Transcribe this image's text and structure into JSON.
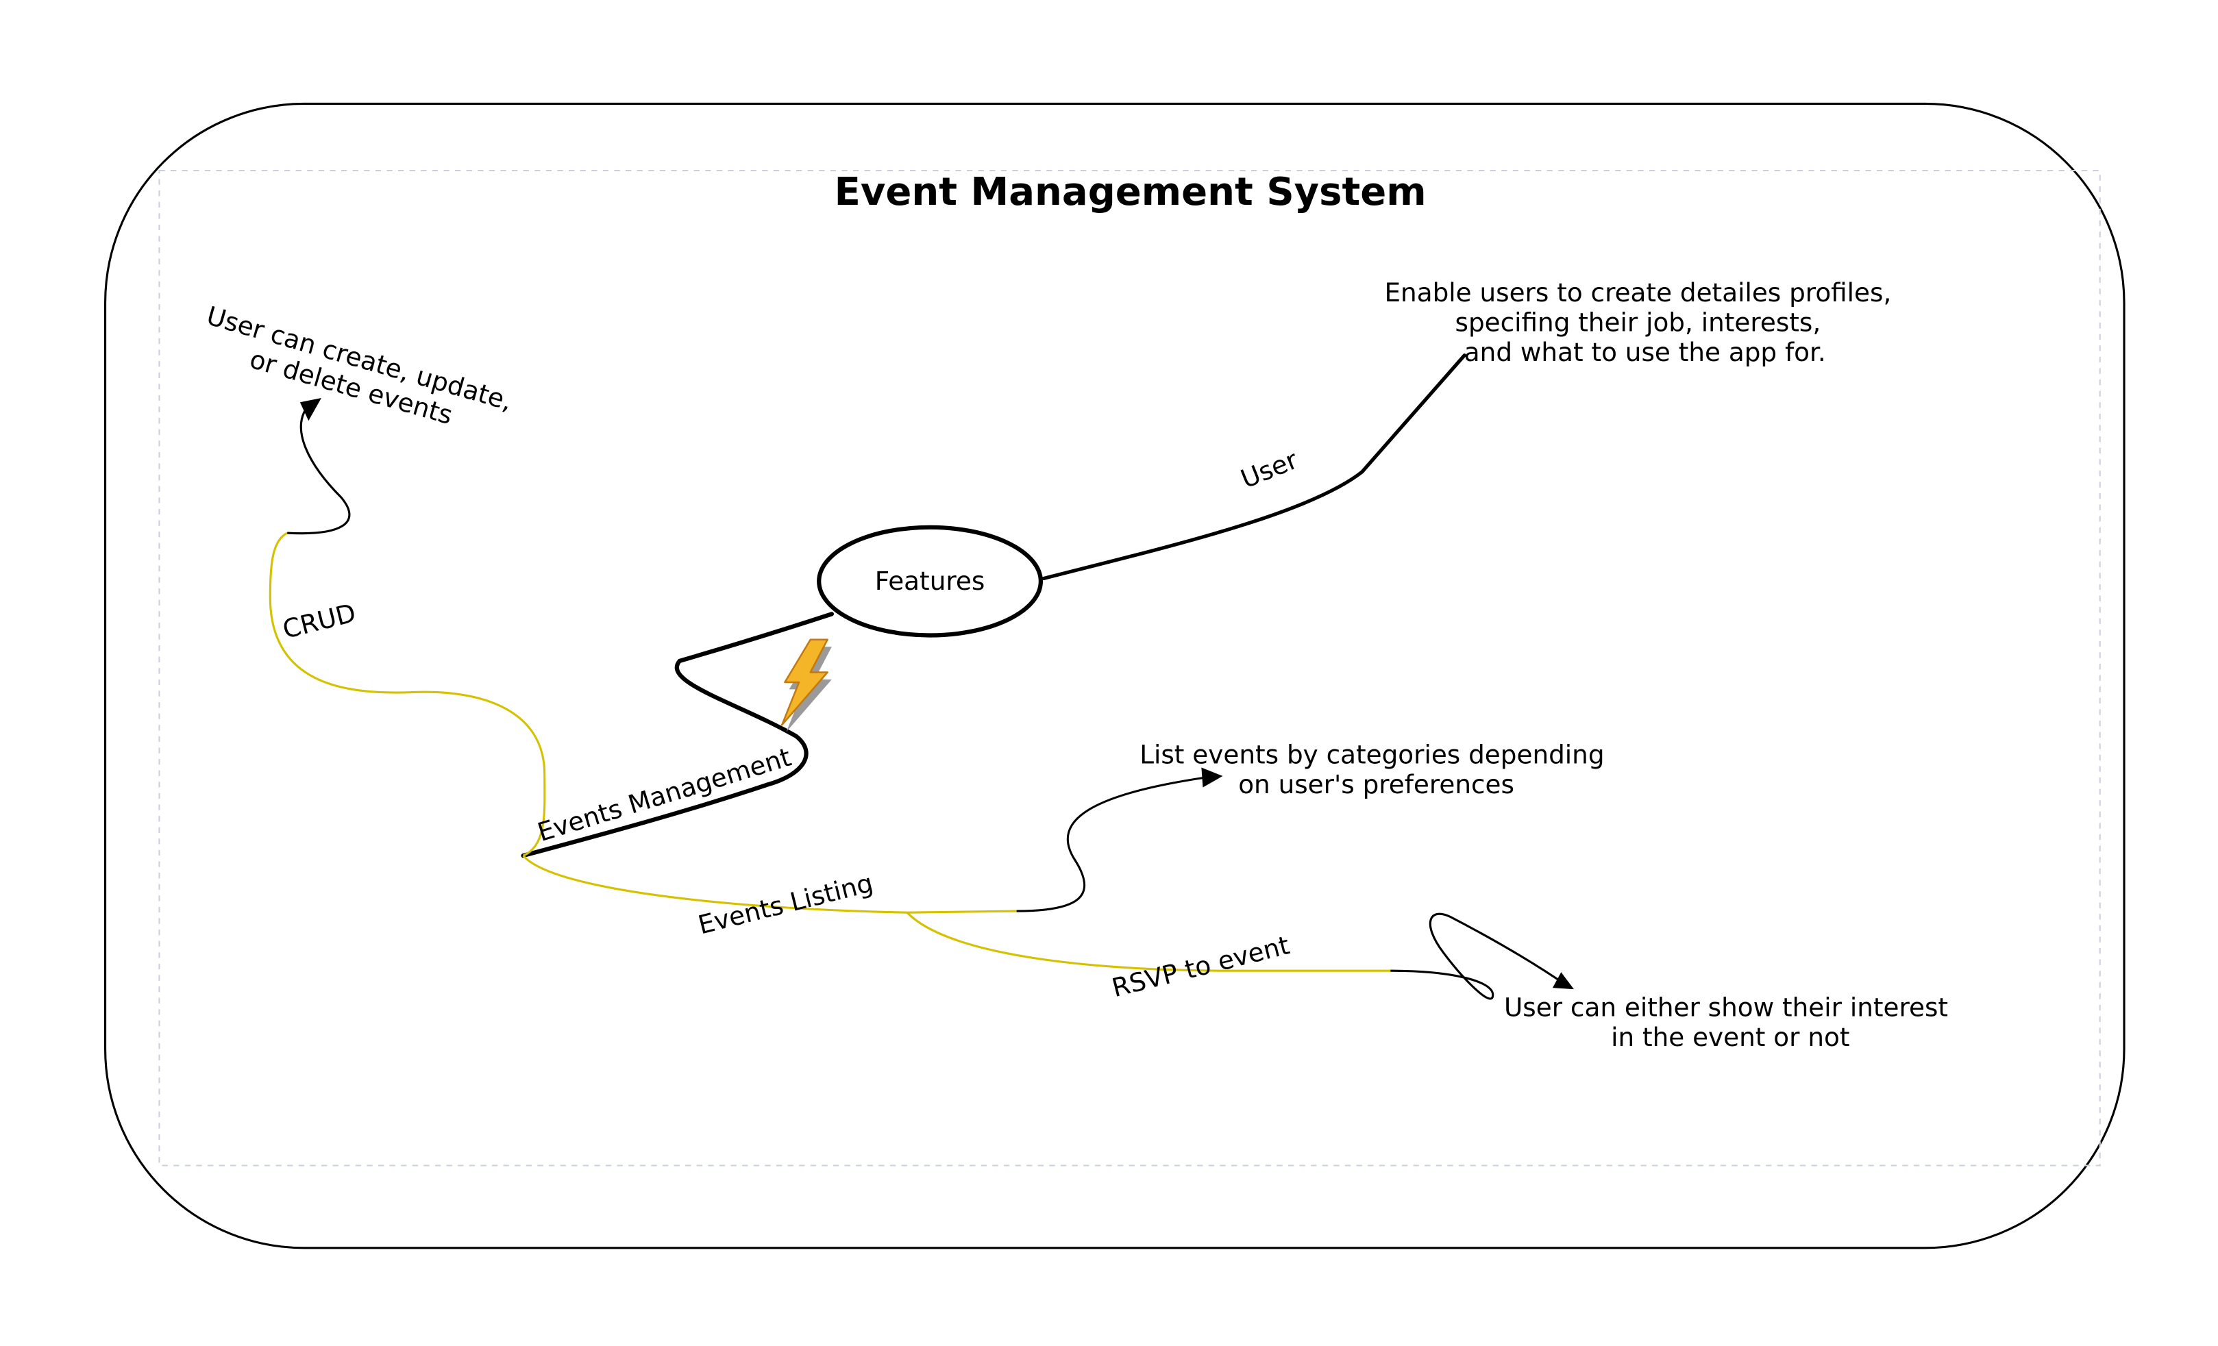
{
  "title": "Event Management System",
  "central_node": {
    "label": "Features"
  },
  "branches": {
    "user": {
      "label": "User",
      "note_lines": [
        "Enable users to create detailes profiles,",
        "specifing their job, interests,",
        "and what to use the app for."
      ]
    },
    "events_management": {
      "label": "Events Management",
      "crud": {
        "label": "CRUD",
        "note_lines": [
          "User can create, update,",
          "or delete  events"
        ]
      }
    },
    "events_listing": {
      "label": "Events Listing",
      "note_lines": [
        "List events by categories depending",
        "on user's preferences"
      ],
      "rsvp": {
        "label": "RSVP to event",
        "note_lines": [
          "User can either show their interest",
          "in the event or not"
        ]
      }
    }
  },
  "icons": [
    "lightning-icon"
  ],
  "colors": {
    "main_line": "#000000",
    "sub_line": "#d4c200",
    "lightning_fill": "#f5b529",
    "frame_dash": "#c8d0e0"
  }
}
